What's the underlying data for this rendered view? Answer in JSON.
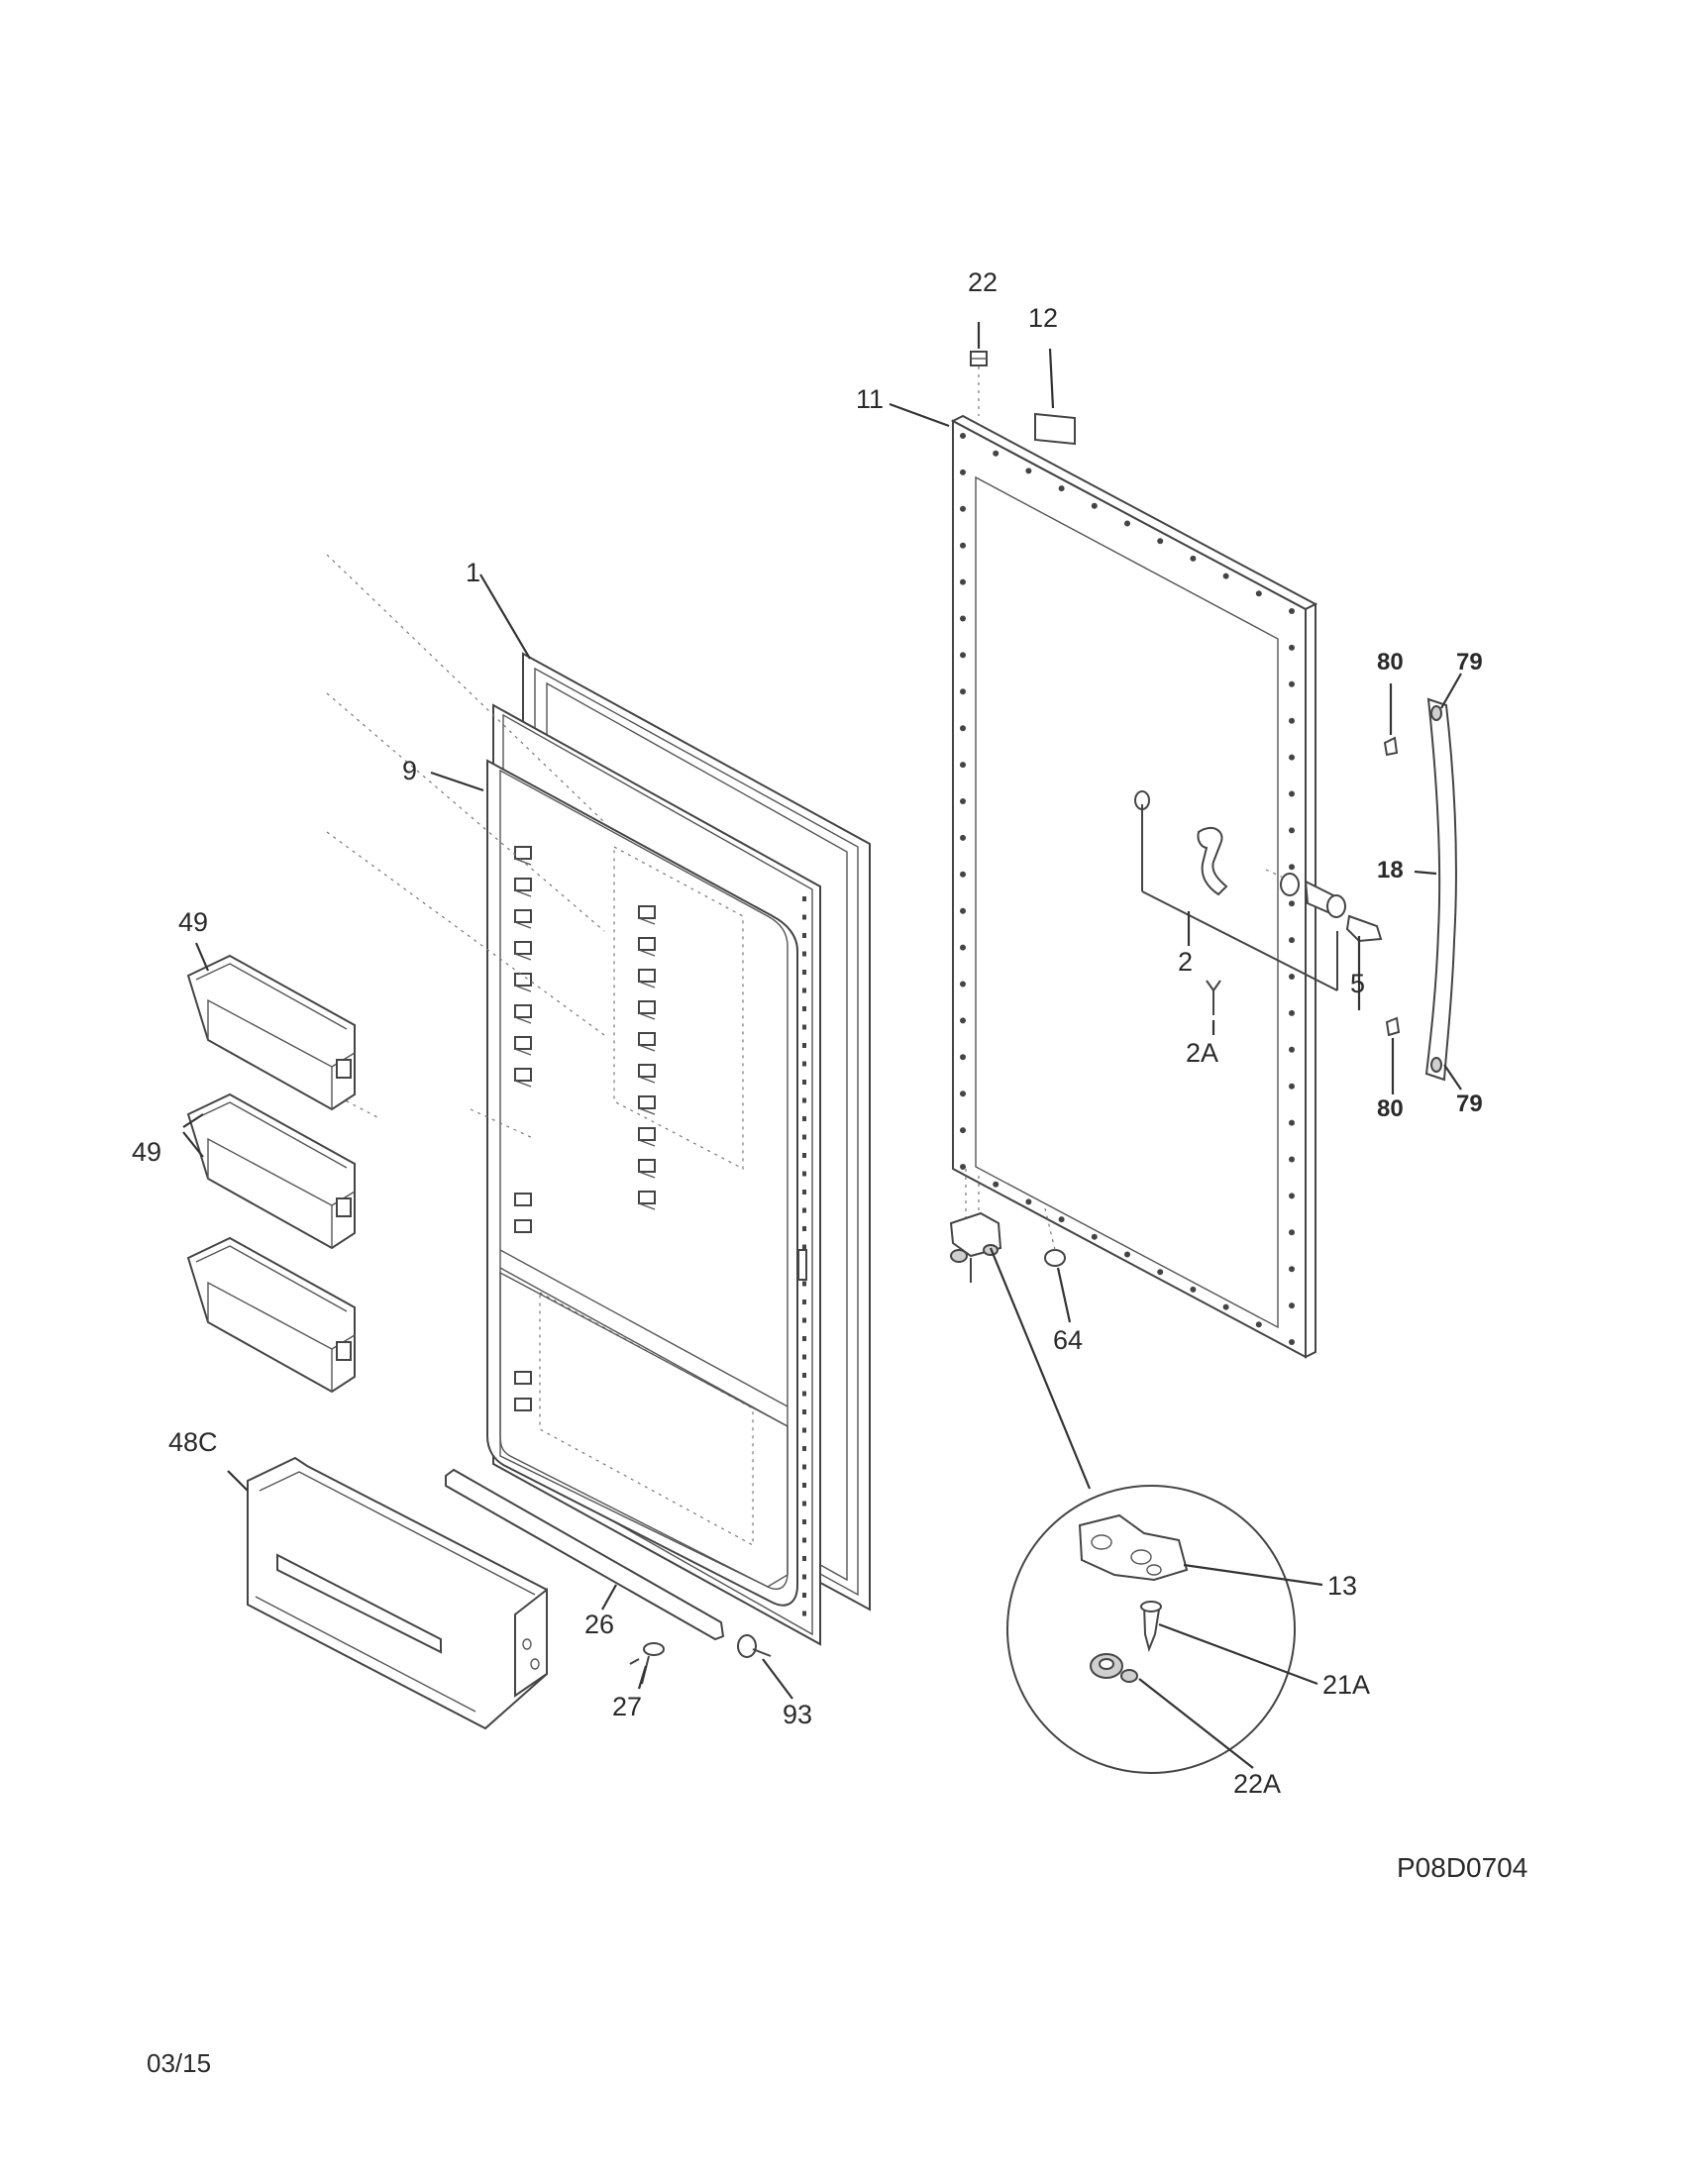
{
  "diagram": {
    "drawing_code": "P08D0704",
    "date_code": "03/15",
    "callouts": [
      {
        "id": "callout-22",
        "text": "22"
      },
      {
        "id": "callout-12",
        "text": "12"
      },
      {
        "id": "callout-11",
        "text": "11"
      },
      {
        "id": "callout-1",
        "text": "1"
      },
      {
        "id": "callout-9",
        "text": "9"
      },
      {
        "id": "callout-49-top",
        "text": "49"
      },
      {
        "id": "callout-49-side",
        "text": "49"
      },
      {
        "id": "callout-80-top",
        "text": "80"
      },
      {
        "id": "callout-79-top",
        "text": "79"
      },
      {
        "id": "callout-18",
        "text": "18"
      },
      {
        "id": "callout-2",
        "text": "2"
      },
      {
        "id": "callout-5",
        "text": "5"
      },
      {
        "id": "callout-2A",
        "text": "2A"
      },
      {
        "id": "callout-80-bottom",
        "text": "80"
      },
      {
        "id": "callout-79-bottom",
        "text": "79"
      },
      {
        "id": "callout-64",
        "text": "64"
      },
      {
        "id": "callout-48C",
        "text": "48C"
      },
      {
        "id": "callout-26",
        "text": "26"
      },
      {
        "id": "callout-27",
        "text": "27"
      },
      {
        "id": "callout-93",
        "text": "93"
      },
      {
        "id": "callout-13",
        "text": "13"
      },
      {
        "id": "callout-21A",
        "text": "21A"
      },
      {
        "id": "callout-22A",
        "text": "22A"
      }
    ]
  }
}
